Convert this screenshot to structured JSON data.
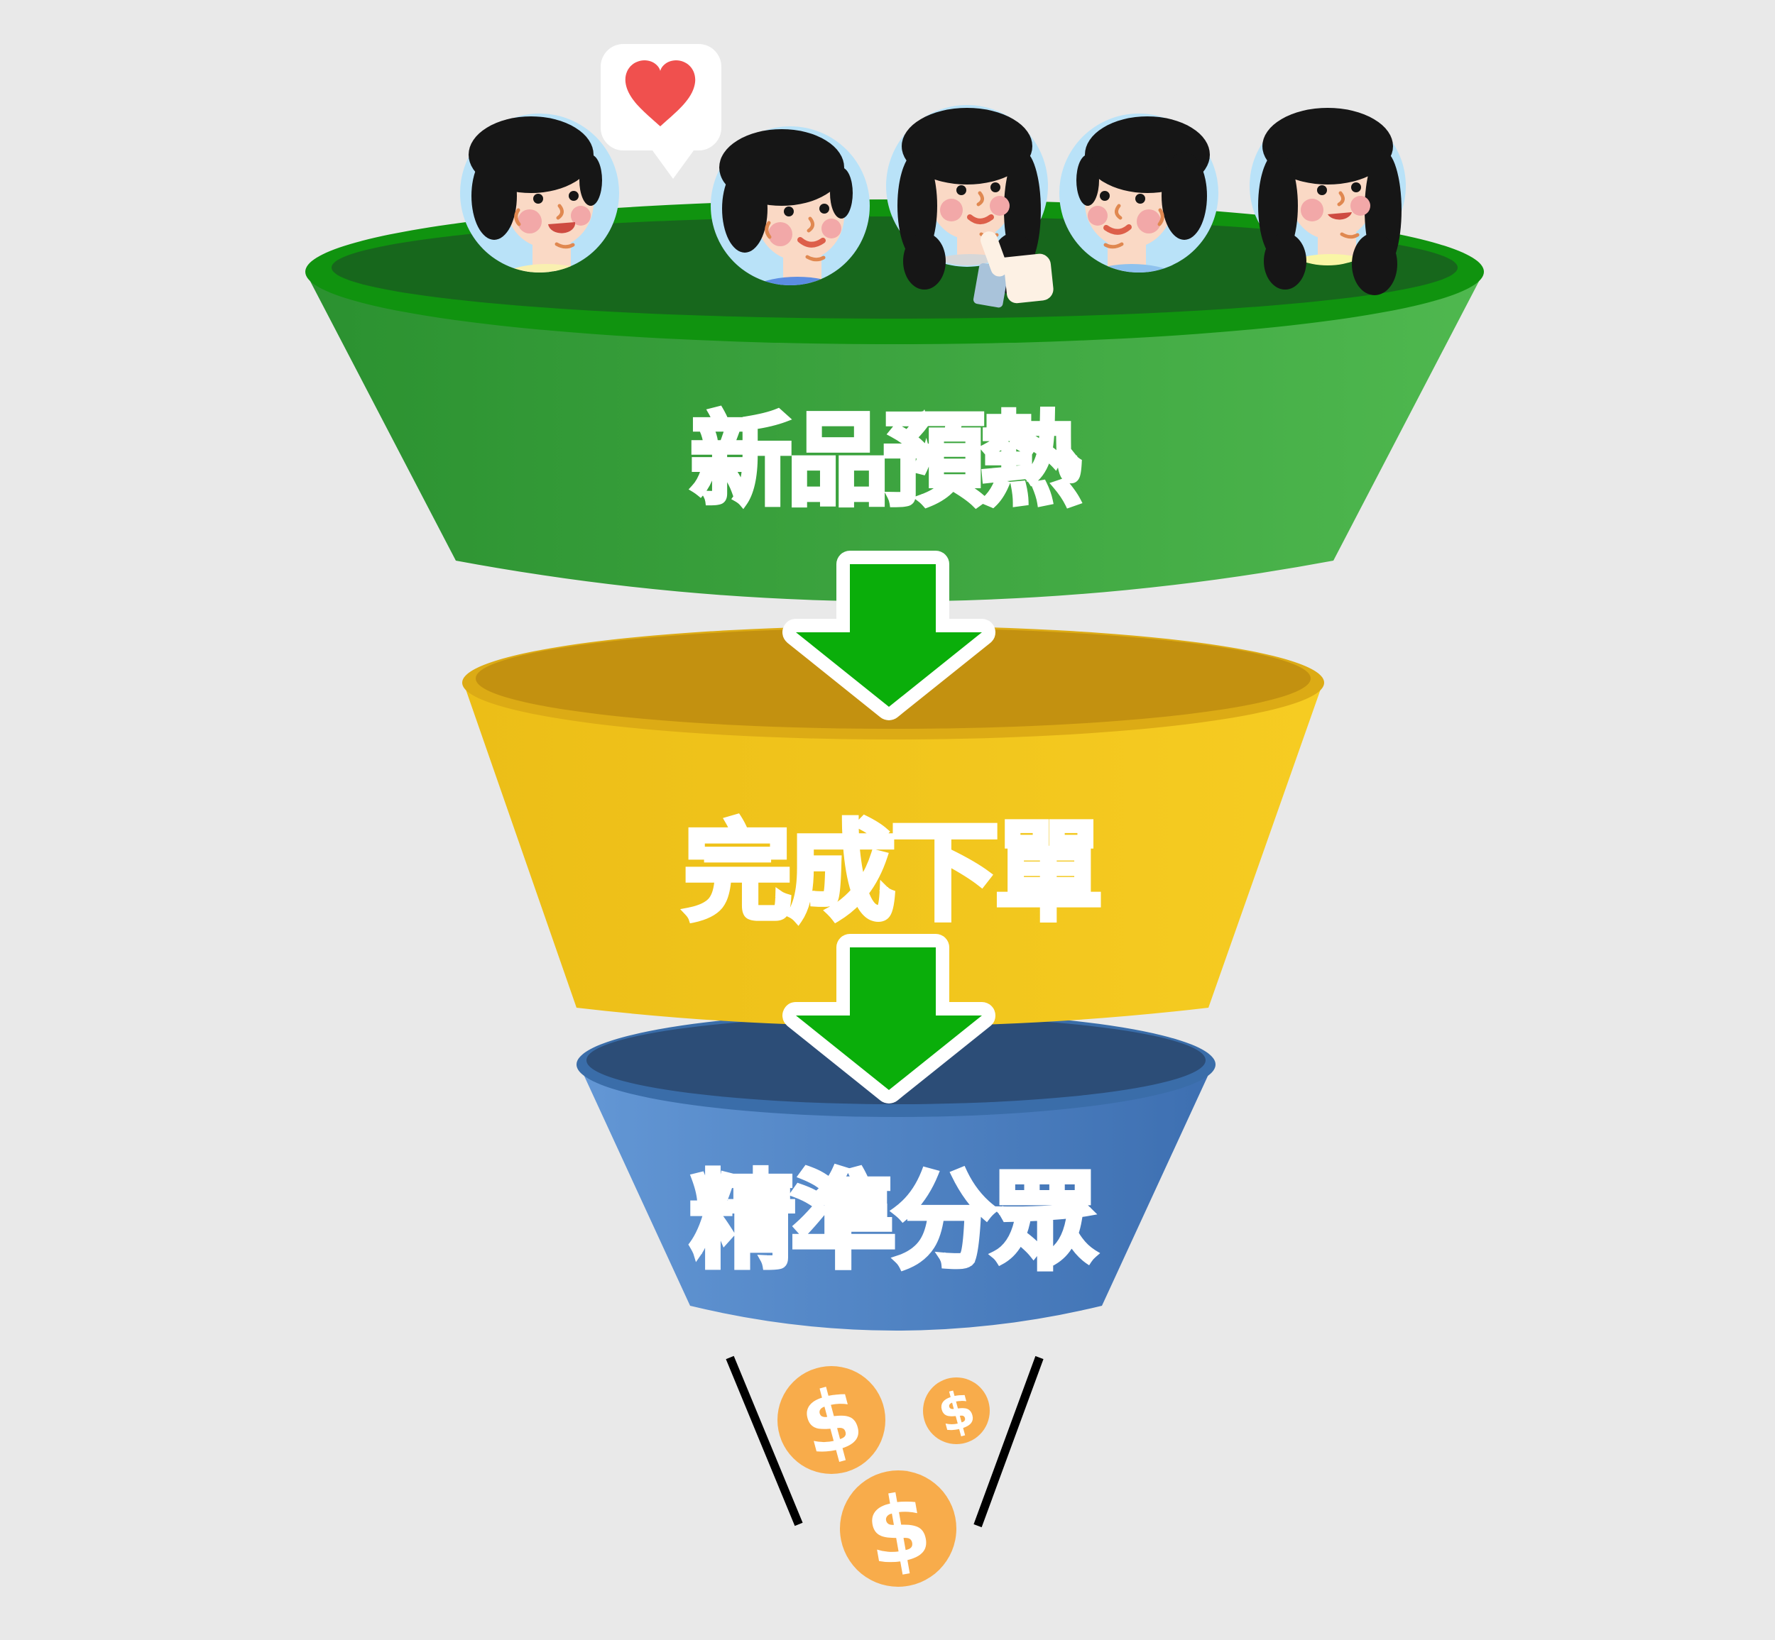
{
  "background_color": "#E9E9E9",
  "funnel": {
    "stages": [
      {
        "label": "新品預熱",
        "body_color_left": "#2B9130",
        "body_color_right": "#4FB84F",
        "rim_color": "#10930F",
        "opening_color": "#17671C"
      },
      {
        "label": "完成下單",
        "body_color_left": "#ECBE17",
        "body_color_right": "#F6CC22",
        "rim_color": "#DCAB15",
        "opening_color": "#C39110"
      },
      {
        "label": "精準分眾",
        "body_color_left": "#6397D5",
        "body_color_right": "#3D6FB1",
        "rim_color": "#3A6DA9",
        "opening_color": "#2C4D77"
      }
    ],
    "label_color": "#FFFFFF"
  },
  "arrows": {
    "count": 2,
    "fill_color": "#0AAE0A",
    "outline_color": "#FFFFFF"
  },
  "audience": {
    "avatar_count": 5,
    "avatar_ring_color": "#B9E2F8",
    "items": [
      "avatar-boy",
      "avatar-boy",
      "avatar-woman",
      "avatar-boy",
      "avatar-woman"
    ],
    "heart_color": "#F0504E",
    "icons": [
      "heart-icon",
      "thumbs-up-icon"
    ]
  },
  "outcome": {
    "coins": [
      {
        "symbol": "$"
      },
      {
        "symbol": "$"
      },
      {
        "symbol": "$"
      }
    ],
    "coin_color": "#F8AC4B",
    "spout_line_color": "#000000"
  }
}
